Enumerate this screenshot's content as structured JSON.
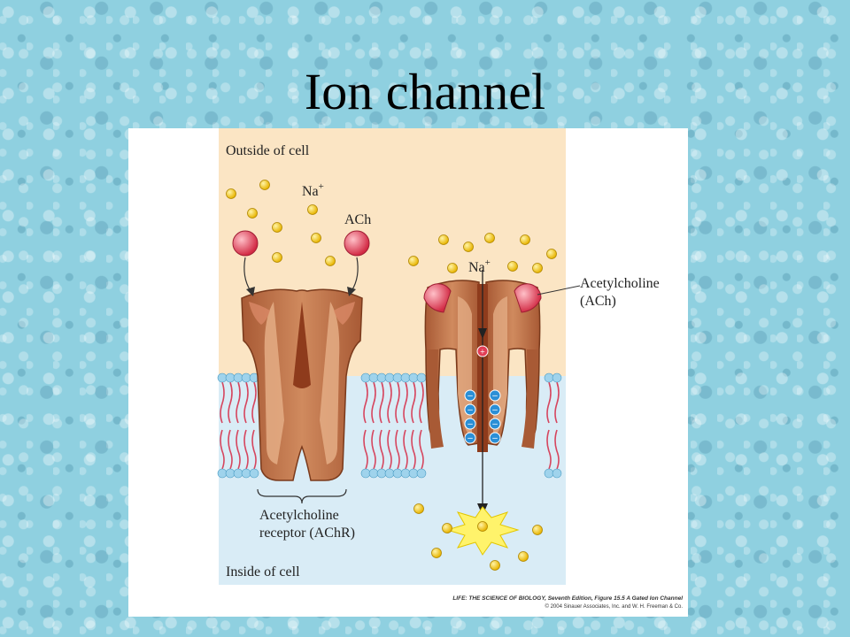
{
  "slide": {
    "title": "Ion channel"
  },
  "figure": {
    "labels": {
      "outside": "Outside of cell",
      "inside": "Inside of cell",
      "na_left": "Na",
      "na_right": "Na",
      "na_superscript": "+",
      "ach_left": "ACh",
      "ach_right_line1": "Acetylcholine",
      "ach_right_line2": "(ACh)",
      "receptor_line1": "Acetylcholine",
      "receptor_line2": "receptor (AChR)",
      "plus_sign": "+",
      "minus_sign": "–"
    },
    "credit": {
      "line1": "LIFE: THE SCIENCE OF BIOLOGY, Seventh Edition, Figure 15.5 A Gated Ion Channel",
      "line2": "© 2004 Sinauer Associates, Inc. and W. H. Freeman & Co."
    },
    "colors": {
      "outside_bg": "#fbe5c4",
      "inside_bg": "#d9ecf6",
      "protein": "#c0734a",
      "protein_dark": "#8e4a2a",
      "protein_light": "#e1a97f",
      "lipid_head": "#9fd3ec",
      "lipid_tail": "#d6455e",
      "ion": "#f6c718",
      "ach": "#e23d55",
      "minus_charge": "#2b8fd6"
    }
  }
}
